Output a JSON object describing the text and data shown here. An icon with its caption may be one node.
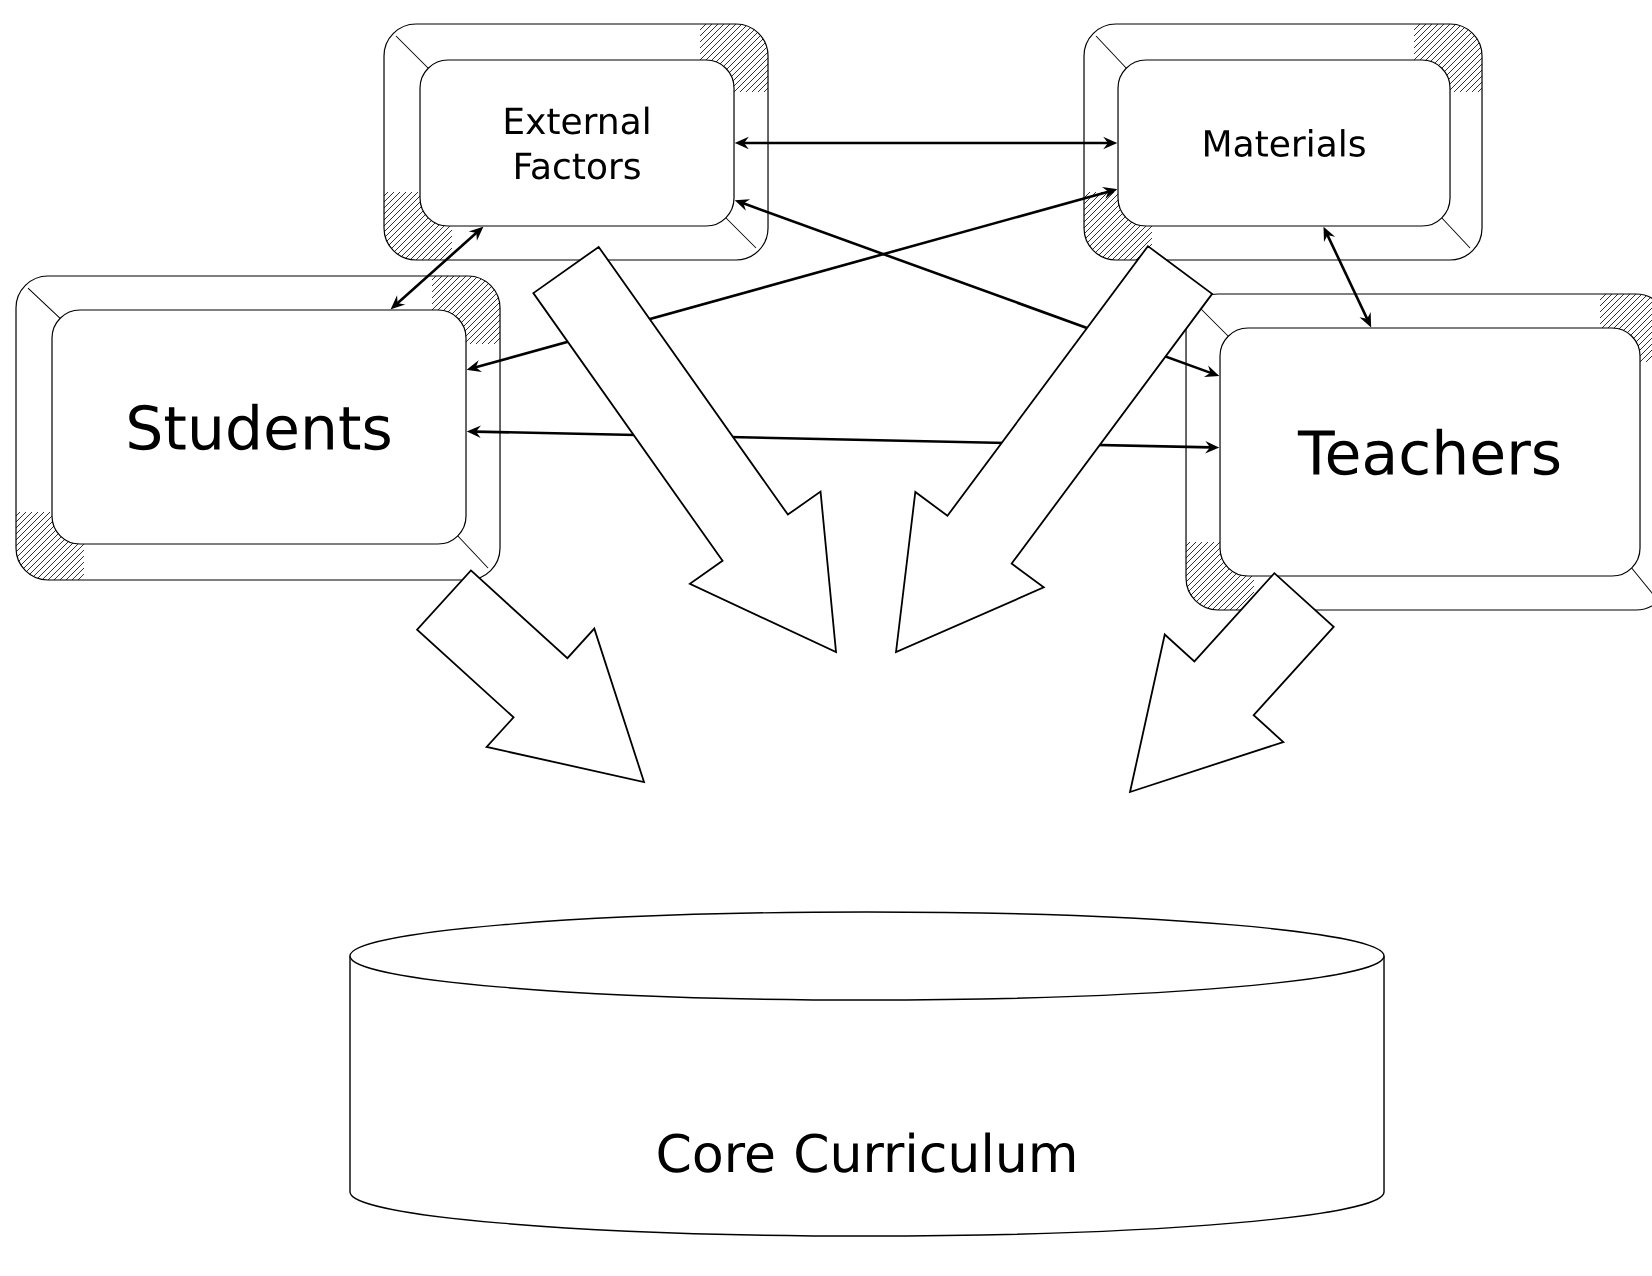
{
  "diagram": {
    "nodes": [
      {
        "text": [
          "External Factors"
        ]
      },
      {
        "text": [
          "Materials"
        ]
      },
      {
        "text": [
          "Students"
        ]
      },
      {
        "text": [
          "Teachers"
        ]
      },
      {
        "text": [
          "Core Curriculum"
        ]
      }
    ],
    "edges": [
      {
        "from": 0,
        "to": 1,
        "arrow": "both"
      },
      {
        "from": 0,
        "to": 3,
        "arrow": "both"
      },
      {
        "from": 1,
        "to": 2,
        "arrow": "both"
      },
      {
        "from": 2,
        "to": 3,
        "arrow": "both"
      },
      {
        "from": 0,
        "to": 2,
        "arrow": "both"
      },
      {
        "from": 1,
        "to": 3,
        "arrow": "both"
      },
      {
        "from": 0,
        "to": 4,
        "arrow": "to",
        "style": "thick"
      },
      {
        "from": 1,
        "to": 4,
        "arrow": "to",
        "style": "thick"
      },
      {
        "from": 2,
        "to": 4,
        "arrow": "to",
        "style": "thick"
      },
      {
        "from": 3,
        "to": 4,
        "arrow": "to",
        "style": "thick"
      }
    ]
  }
}
